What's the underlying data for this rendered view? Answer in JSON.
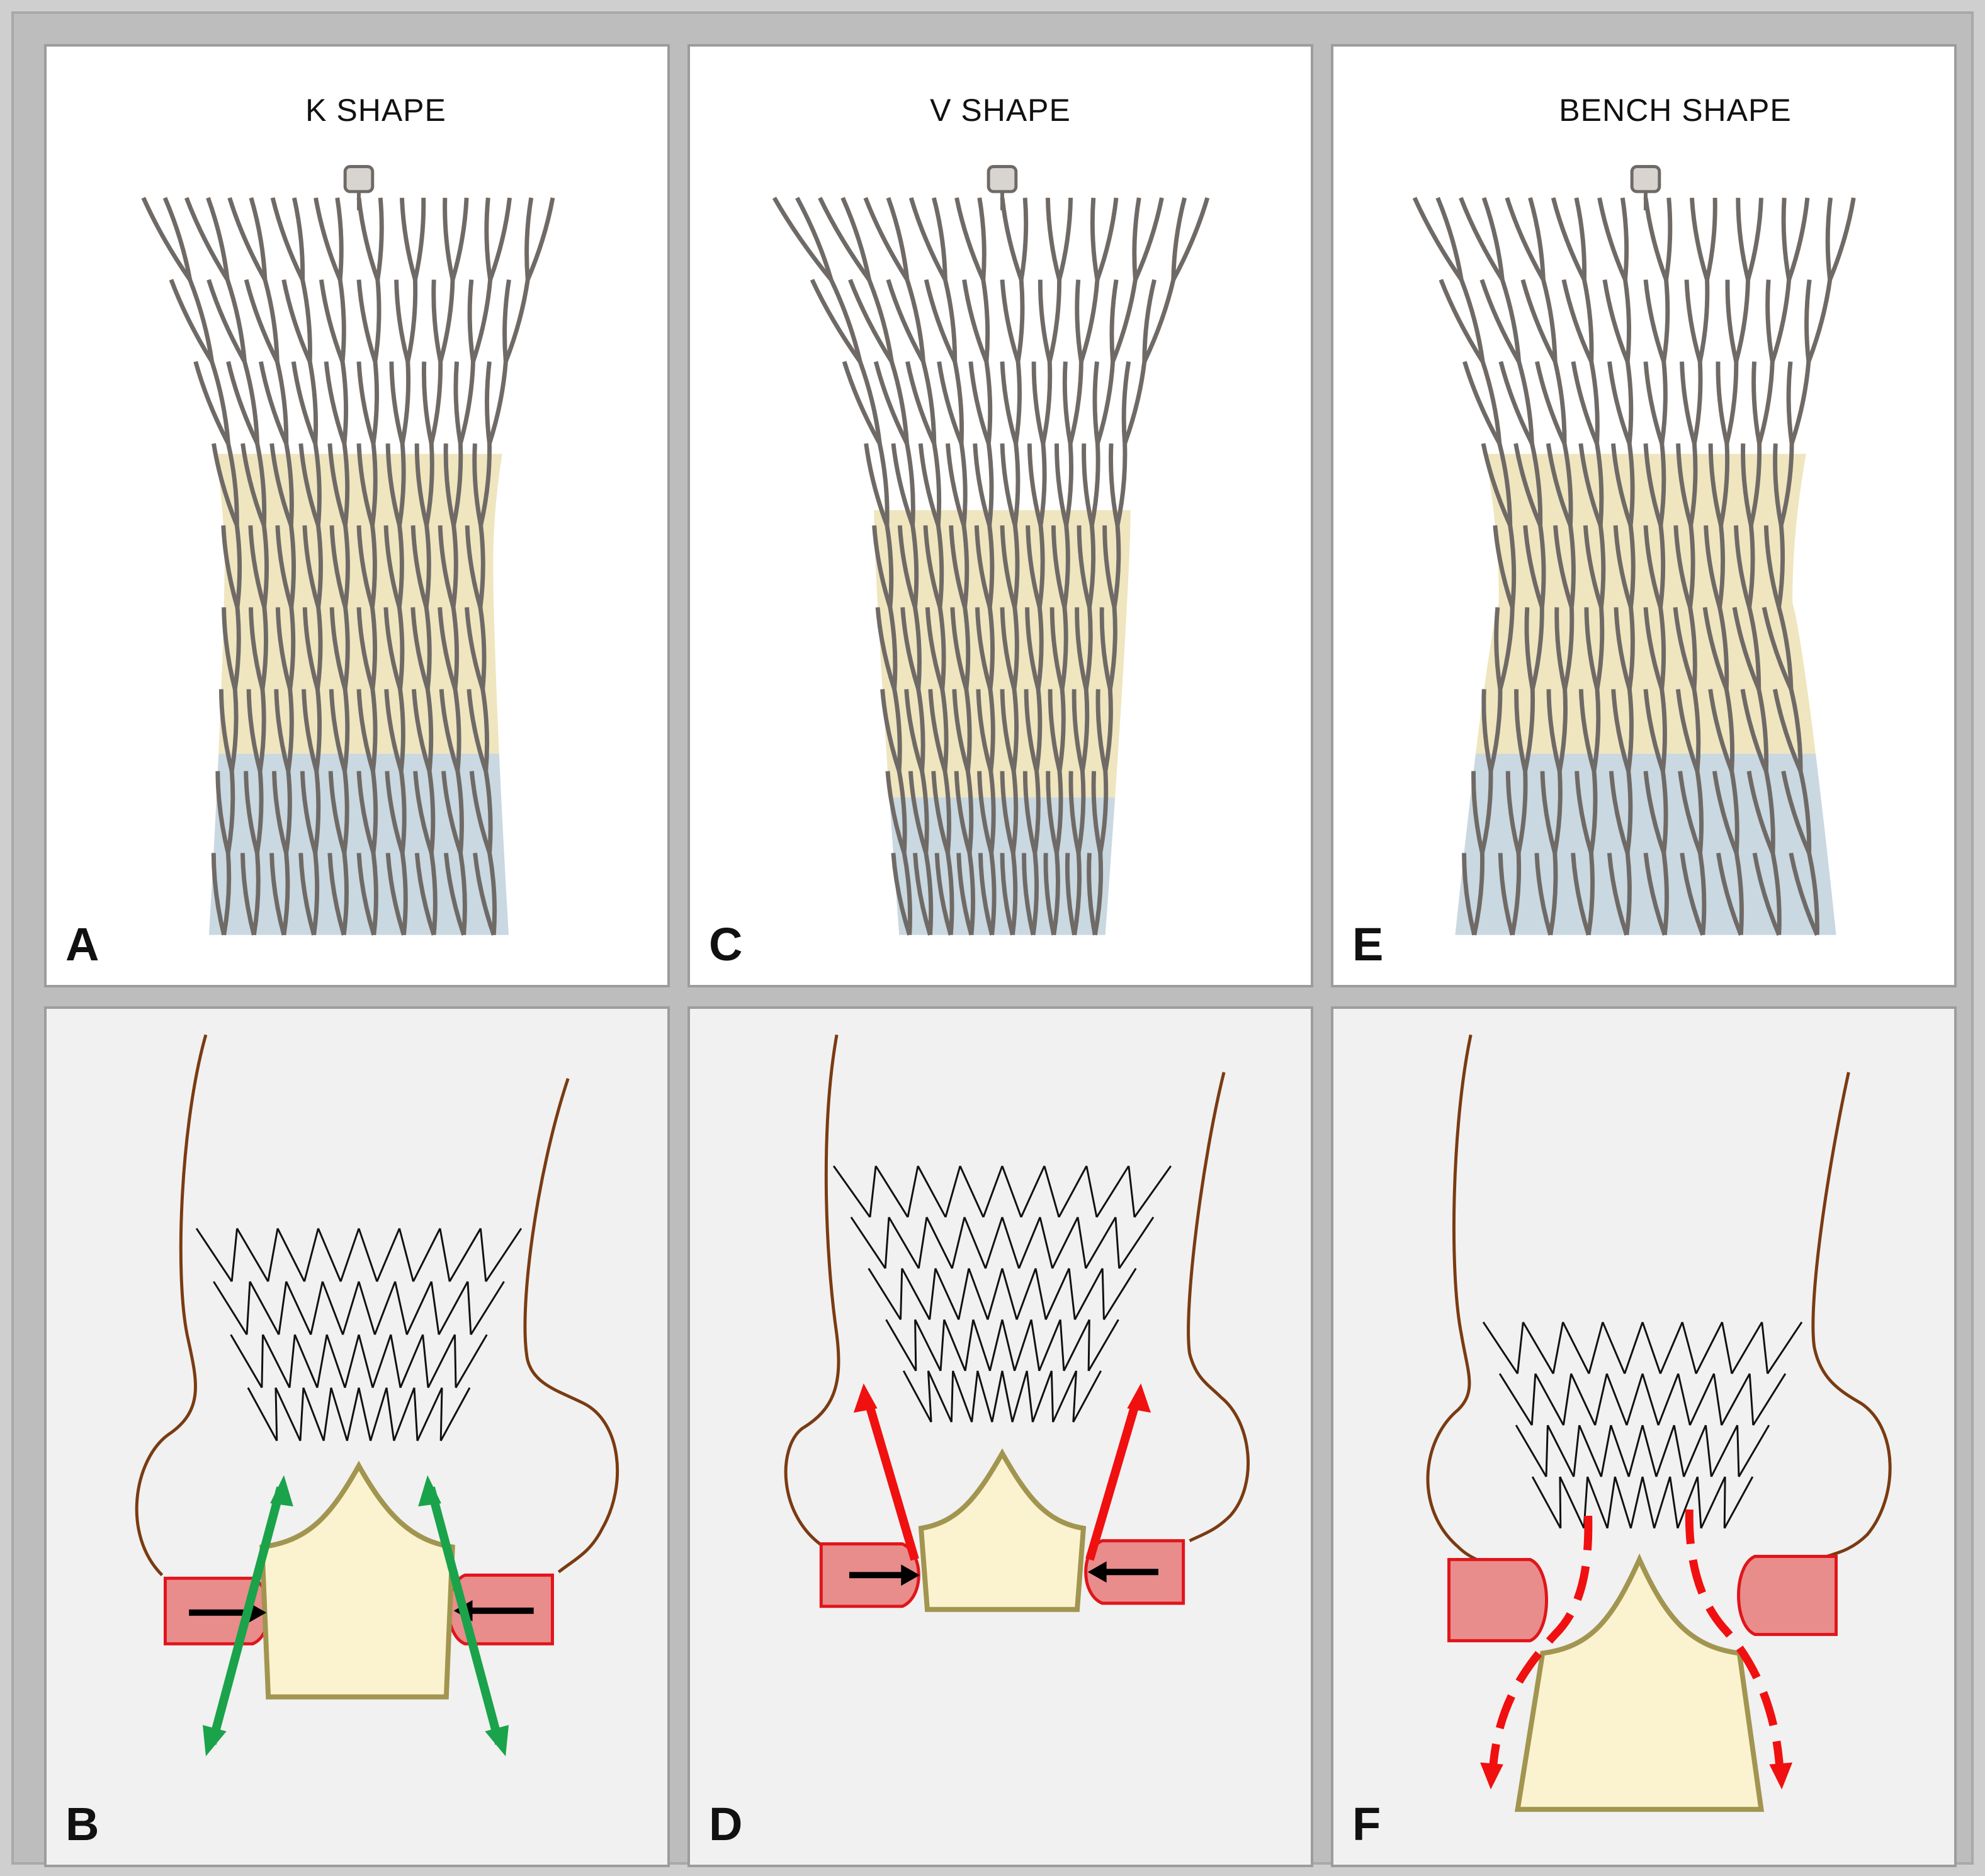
{
  "panels": {
    "A": {
      "letter": "A",
      "title": "K SHAPE"
    },
    "B": {
      "letter": "B"
    },
    "C": {
      "letter": "C",
      "title": "V SHAPE"
    },
    "D": {
      "letter": "D"
    },
    "E": {
      "letter": "E",
      "title": "BENCH SHAPE"
    },
    "F": {
      "letter": "F"
    }
  },
  "colors": {
    "frame_metal": "#6f6a66",
    "skirt_yellow": "#efe6bf",
    "skirt_blue": "#c9d8e1",
    "aorta_wall": "#7a3b12",
    "leaflet_fill": "#e98c8c",
    "leaflet_edge": "#e0151b",
    "arrow_green": "#1aa34a",
    "arrow_red": "#f01010",
    "arrow_black": "#000000",
    "stent_black": "#111111",
    "valve_fill": "#fbf3cf",
    "valve_outline": "#a19550"
  }
}
